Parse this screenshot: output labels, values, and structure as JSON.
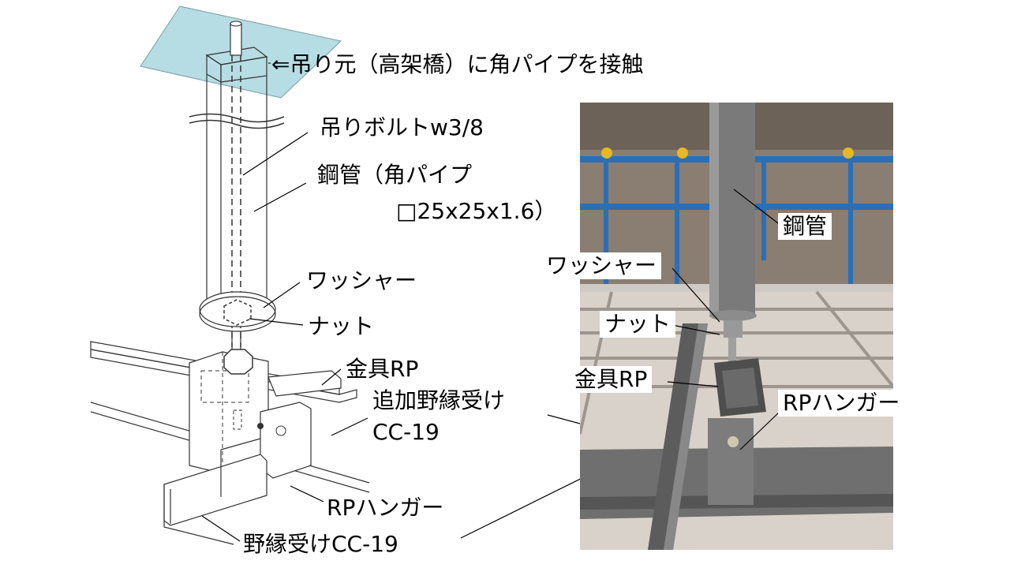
{
  "labels": {
    "top_note": "⇐吊り元（高架橋）に角パイプを接触",
    "bolt": "吊りボルトw3/8",
    "steel_pipe_line1": "鋼管（角パイプ",
    "steel_pipe_line2": "□25x25x1.6）",
    "washer": "ワッシャー",
    "nut": "ナット",
    "fitting": "金具RP",
    "additional_runner_line1": "追加野縁受け",
    "additional_runner_line2": "CC-19",
    "hanger": "RPハンガー",
    "runner": "野縁受けCC-19"
  },
  "photo_labels": {
    "steel_pipe": "鋼管",
    "washer": "ワッシャー",
    "nut": "ナット",
    "fitting": "金具RP",
    "hanger": "RPハンガー"
  },
  "colors": {
    "plate_fill": "#b7dde4",
    "line": "#000000",
    "photo_floor": "#cfcac4",
    "photo_pipe_blue": "#2a6fb8",
    "photo_fitting_yellow": "#e8b820",
    "photo_steel": "#7a7a7a"
  }
}
